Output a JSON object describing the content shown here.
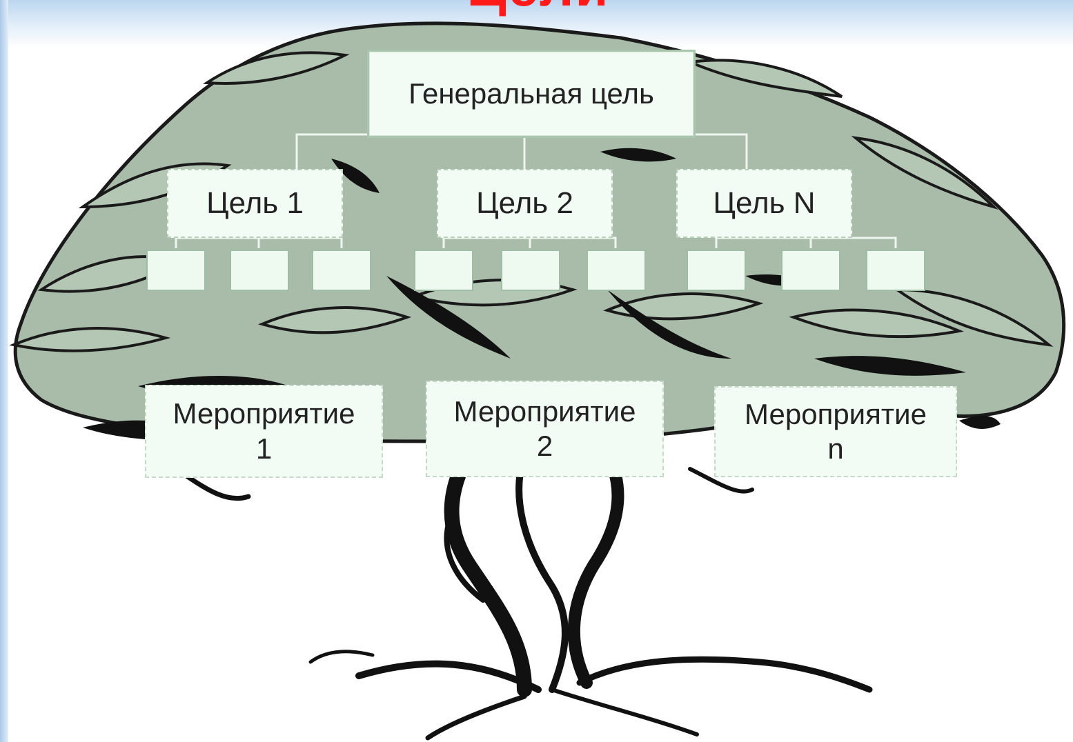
{
  "slide": {
    "title": "Цели"
  },
  "diagram": {
    "root": {
      "label": "Генеральная цель"
    },
    "goals": [
      {
        "label": "Цель 1"
      },
      {
        "label": "Цель 2"
      },
      {
        "label": "Цель N"
      }
    ],
    "sub_goal_boxes": {
      "per_goal": 3,
      "total": 9
    },
    "events": [
      {
        "label": "Мероприятие\n1"
      },
      {
        "label": "Мероприятие\n2"
      },
      {
        "label": "Мероприятие\nn"
      }
    ]
  },
  "colors": {
    "title": "#ff1a1a",
    "foliage": "#a8bca9",
    "foliage_dark": "#7d947f",
    "ink": "#111111",
    "box_fill": "#f2fbf4",
    "box_border": "#a9c6ae"
  }
}
